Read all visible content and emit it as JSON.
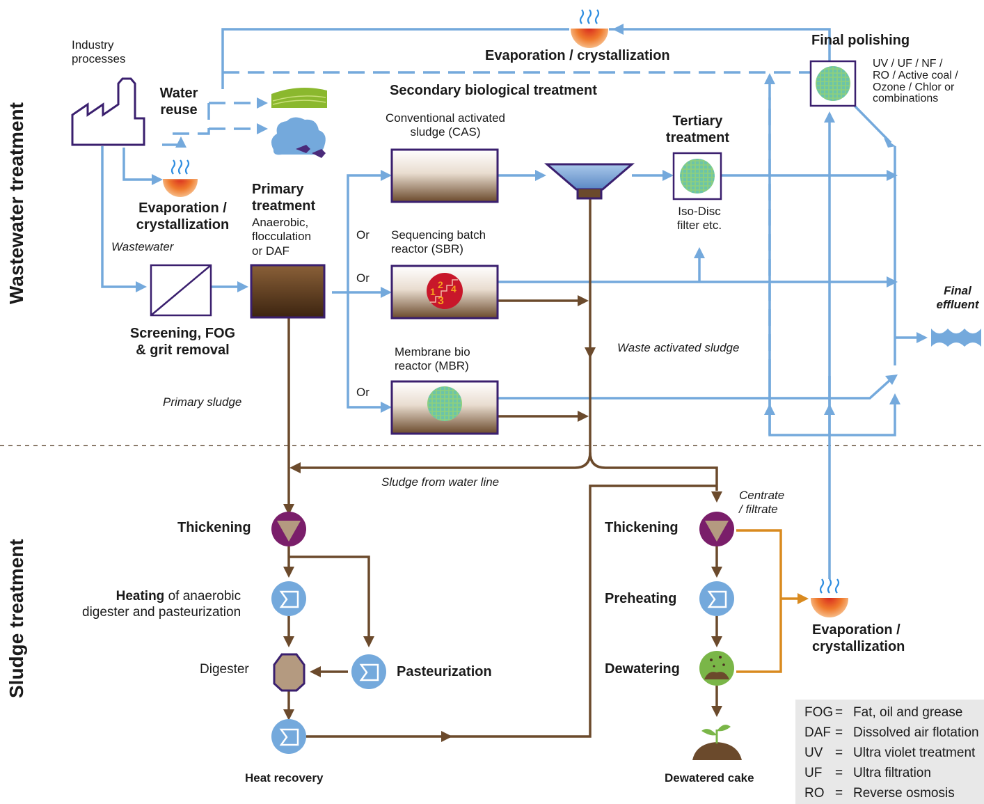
{
  "sections": {
    "wastewater": "Wastewater treatment",
    "sludge": "Sludge treatment"
  },
  "labels": {
    "industry": [
      "Industry",
      "processes"
    ],
    "water_reuse": [
      "Water",
      "reuse"
    ],
    "evap_left": [
      "Evaporation /",
      "crystallization"
    ],
    "evap_top": "Evaporation / crystallization",
    "evap_right": [
      "Evaporation /",
      "crystallization"
    ],
    "wastewater": "Wastewater",
    "screening": [
      "Screening, FOG",
      "& grit removal"
    ],
    "primary_title": [
      "Primary",
      "treatment"
    ],
    "primary_sub": [
      "Anaerobic,",
      "flocculation",
      "or DAF"
    ],
    "secondary": "Secondary biological treatment",
    "cas": [
      "Conventional activated",
      "sludge (CAS)"
    ],
    "sbr": [
      "Sequencing batch",
      "reactor (SBR)"
    ],
    "mbr": [
      "Membrane bio",
      "reactor (MBR)"
    ],
    "or": "Or",
    "tertiary": [
      "Tertiary",
      "treatment"
    ],
    "isodisc": [
      "Iso-Disc",
      "filter etc."
    ],
    "final_polishing": "Final polishing",
    "polishing_methods": [
      "UV / UF / NF /",
      "RO / Active coal /",
      "Ozone / Chlor or",
      "combinations"
    ],
    "final_effluent": [
      "Final",
      "effluent"
    ],
    "waste_activated": "Waste activated sludge",
    "primary_sludge": "Primary sludge",
    "sludge_from_water": "Sludge from water line",
    "centrate": [
      "Centrate",
      "/ filtrate"
    ],
    "thickening": "Thickening",
    "heating_bold": "Heating",
    "heating_rest": " of anaerobic",
    "heating_line2": "digester and pasteurization",
    "pasteurization": "Pasteurization",
    "digester": "Digester",
    "heat_recovery": "Heat recovery",
    "preheating": "Preheating",
    "dewatering": "Dewatering",
    "dewatered_cake": "Dewatered cake",
    "sbr_icon_digits": [
      "1",
      "2",
      "3",
      "4"
    ]
  },
  "legend": [
    {
      "abbr": "FOG",
      "sep": "=",
      "meaning": "Fat, oil and grease"
    },
    {
      "abbr": "DAF",
      "sep": "=",
      "meaning": "Dissolved air flotation"
    },
    {
      "abbr": "UV",
      "sep": "=",
      "meaning": "Ultra violet treatment"
    },
    {
      "abbr": "UF",
      "sep": "=",
      "meaning": "Ultra filtration"
    },
    {
      "abbr": "RO",
      "sep": "=",
      "meaning": "Reverse osmosis"
    }
  ],
  "colors": {
    "water_line": "#74a9dc",
    "sludge_line": "#6b4a2c",
    "centrate_line": "#d98a1f",
    "thickener": "#7a1e6a",
    "filter_green": "#7ec57a",
    "heat_exchanger": "#74a9dc",
    "legend_bg": "#e8e8e8",
    "building": "#3a1f6e"
  }
}
